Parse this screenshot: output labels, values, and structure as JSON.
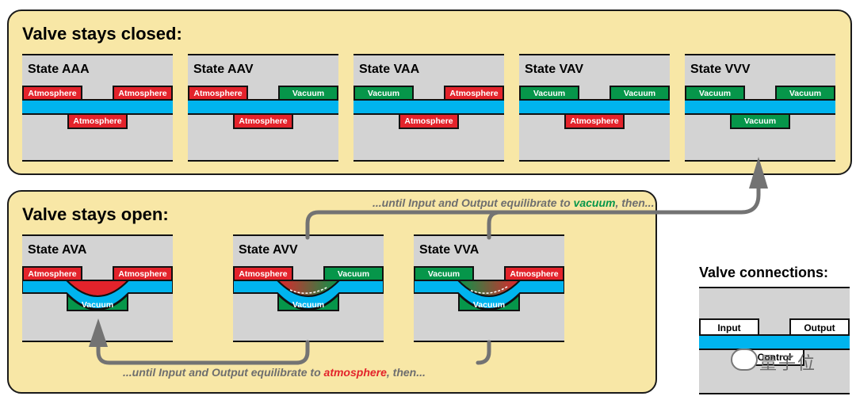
{
  "closed_panel": {
    "title": "Valve stays closed:"
  },
  "open_panel": {
    "title": "Valve stays open:"
  },
  "closed_states": [
    {
      "label": "State AAA",
      "input": "Atmosphere",
      "output": "Atmosphere",
      "control": "Atmosphere"
    },
    {
      "label": "State AAV",
      "input": "Atmosphere",
      "output": "Vacuum",
      "control": "Atmosphere"
    },
    {
      "label": "State VAA",
      "input": "Vacuum",
      "output": "Atmosphere",
      "control": "Atmosphere"
    },
    {
      "label": "State VAV",
      "input": "Vacuum",
      "output": "Vacuum",
      "control": "Atmosphere"
    },
    {
      "label": "State VVV",
      "input": "Vacuum",
      "output": "Vacuum",
      "control": "Vacuum"
    }
  ],
  "open_states": [
    {
      "label": "State AVA",
      "input": "Atmosphere",
      "output": "Atmosphere",
      "control": "Vacuum"
    },
    {
      "label": "State AVV",
      "input": "Atmosphere",
      "output": "Vacuum",
      "control": "Vacuum"
    },
    {
      "label": "State VVA",
      "input": "Vacuum",
      "output": "Atmosphere",
      "control": "Vacuum"
    }
  ],
  "flows": {
    "to_vacuum": {
      "before": "...until Input and Output equilibrate to ",
      "highlight": "vacuum",
      "after": ", then..."
    },
    "to_atmosphere": {
      "before": "...until Input and Output equilibrate to ",
      "highlight": "atmosphere",
      "after": ", then..."
    }
  },
  "connections": {
    "title": "Valve connections:",
    "input": "Input",
    "output": "Output",
    "control": "Control"
  },
  "watermark": {
    "text": "量子位"
  },
  "colors": {
    "panel": "#f8e7a6",
    "atmosphere": "#e3232b",
    "vacuum": "#06964a",
    "channel": "#00b4ee",
    "chip": "#d3d3d3",
    "arrow": "#737373"
  }
}
